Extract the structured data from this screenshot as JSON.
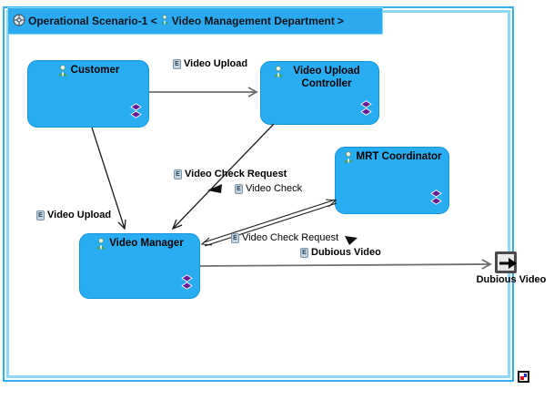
{
  "title": {
    "part1": "Operational Scenario-1 <",
    "entity": "Video Management Department",
    "part2": ">"
  },
  "entities": [
    {
      "name": "Customer"
    },
    {
      "name": "Video Upload Controller"
    },
    {
      "name": "MRT Coordinator"
    },
    {
      "name": "Video Manager"
    }
  ],
  "messages": [
    {
      "label": "Video Upload"
    },
    {
      "label": "Video Upload"
    },
    {
      "label": "Video Check Request"
    },
    {
      "label": "Video Check"
    },
    {
      "label": "Video Check Request"
    },
    {
      "label": "Dubious Video"
    }
  ],
  "port": {
    "label": "Dubious Video"
  },
  "icons": {
    "exchange_item_glyph": "E"
  },
  "colors": {
    "node_fill": "#29ADF2",
    "titlebar_fill": "#2BAAEF",
    "frame_outer": "#35ACEE",
    "frame_inner": "#8FD7F8",
    "diamond": "#6A1B9A",
    "edge_gray": "#6E6E6E",
    "edge_black": "#1B1B1B"
  }
}
